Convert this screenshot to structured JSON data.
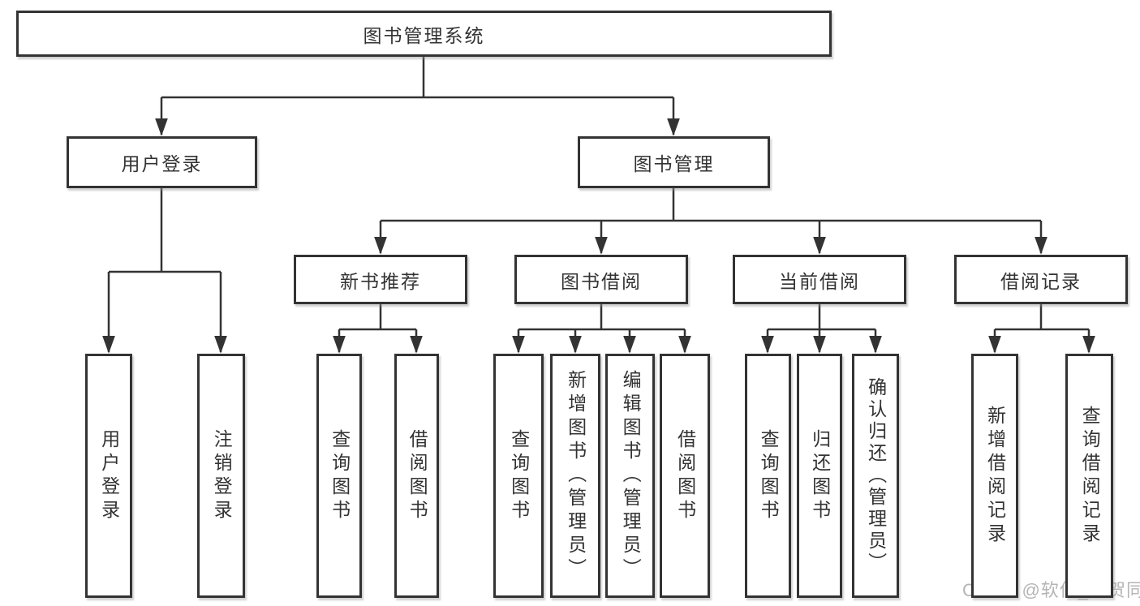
{
  "tree": {
    "label": "图书管理系统",
    "children": [
      {
        "label": "用户登录",
        "children": [
          {
            "label": "用户登录"
          },
          {
            "label": "注销登录"
          }
        ]
      },
      {
        "label": "图书管理",
        "children": [
          {
            "label": "新书推荐",
            "children": [
              {
                "label": "查询图书"
              },
              {
                "label": "借阅图书"
              }
            ]
          },
          {
            "label": "图书借阅",
            "children": [
              {
                "label": "查询图书"
              },
              {
                "label": "新增图书（管理员）"
              },
              {
                "label": "编辑图书（管理员）"
              },
              {
                "label": "借阅图书"
              }
            ]
          },
          {
            "label": "当前借阅",
            "children": [
              {
                "label": "查询图书"
              },
              {
                "label": "归还图书"
              },
              {
                "label": "确认归还（管理员）"
              }
            ]
          },
          {
            "label": "借阅记录",
            "children": [
              {
                "label": "新增借阅记录"
              },
              {
                "label": "查询借阅记录"
              }
            ]
          }
        ]
      }
    ]
  },
  "watermark": {
    "text": "CSDN @软件_小贺同学"
  },
  "colors": {
    "border": "#333333",
    "line": "#333333",
    "text": "#333333",
    "watermark": "#b5b5b5",
    "background": "#ffffff"
  }
}
